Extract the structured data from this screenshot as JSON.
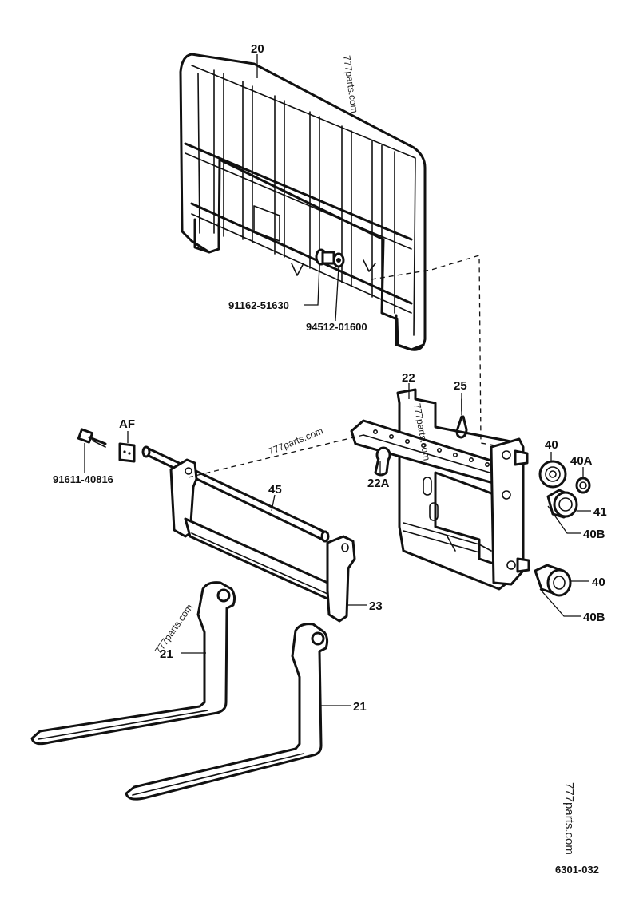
{
  "labels": {
    "p20": "20",
    "p91162": "91162-51630",
    "p94512": "94512-01600",
    "p22": "22",
    "p25": "25",
    "p40_top": "40",
    "p40A": "40A",
    "p41": "41",
    "p40B_top": "40B",
    "p40_bottom": "40",
    "p40B_bottom": "40B",
    "pAF": "AF",
    "p91611": "91611-40816",
    "p22A": "22A",
    "p45": "45",
    "p23": "23",
    "p21_left": "21",
    "p21_right": "21"
  },
  "watermarks": {
    "top": "777parts.com",
    "middle": "777parts.com",
    "bracket": "777parts.com",
    "fork": "777parts.com",
    "corner": "777parts.com"
  },
  "drawing_number": "6301-032"
}
